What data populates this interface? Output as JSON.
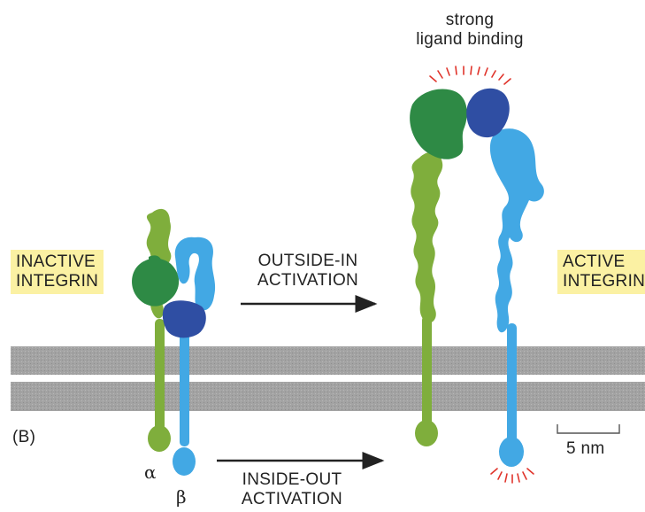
{
  "figure": {
    "panel_label": "(B)",
    "inactive_label": [
      "INACTIVE",
      "INTEGRIN"
    ],
    "active_label": [
      "ACTIVE",
      "INTEGRIN"
    ],
    "outside_in_label": [
      "OUTSIDE-IN",
      "ACTIVATION"
    ],
    "inside_out_label": [
      "INSIDE-OUT",
      "ACTIVATION"
    ],
    "ligand_label": [
      "strong",
      "ligand binding"
    ],
    "scale_bar_label": "5 nm",
    "alpha_label": "α",
    "beta_label": "β"
  },
  "colors": {
    "alpha_light_green": "#7fae3c",
    "alpha_dark_green": "#2e8a45",
    "beta_light_blue": "#42a8e4",
    "beta_dark_blue": "#2f4ea3",
    "membrane_gray": "#a3a3a3",
    "label_box_yellow": "#fbf1a3",
    "ray_red": "#e0342b",
    "arrow_black": "#222222"
  }
}
